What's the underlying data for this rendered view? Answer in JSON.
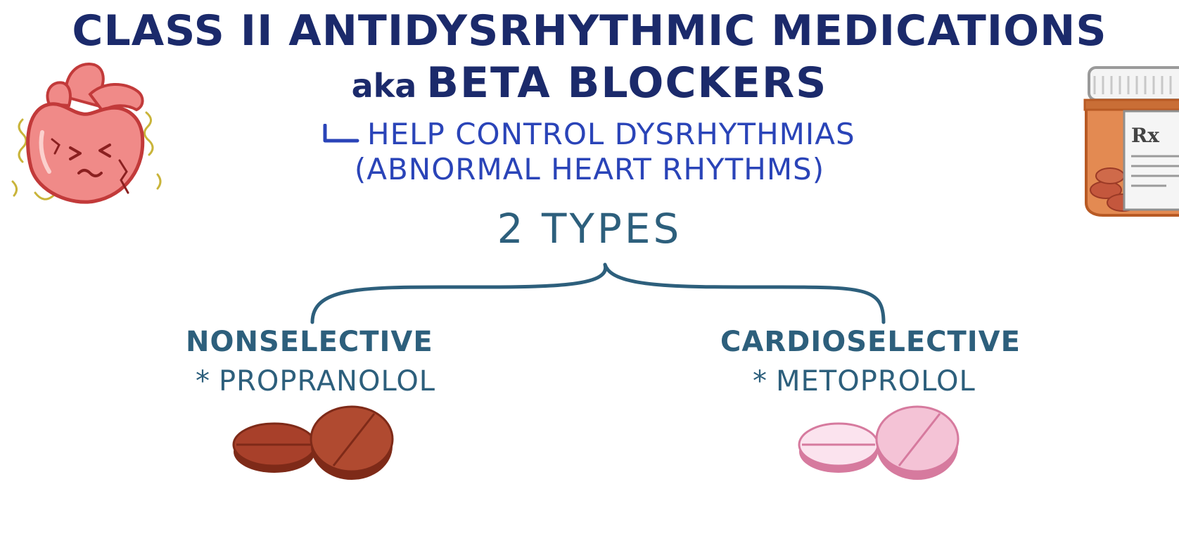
{
  "title": {
    "line1": "CLASS II ANTIDYSRHYTHMIC MEDICATIONS",
    "line2_prefix": "aka",
    "line2_main": "BETA BLOCKERS"
  },
  "subtitle": {
    "line1": "HELP CONTROL DYSRHYTHMIAS",
    "line2": "(ABNORMAL HEART RHYTHMS)"
  },
  "types": {
    "label": "2 TYPES",
    "items": [
      {
        "name": "NONSELECTIVE",
        "bullet": "*",
        "drug": "PROPRANOLOL"
      },
      {
        "name": "CARDIOSELECTIVE",
        "bullet": "*",
        "drug": "METOPROLOL"
      }
    ]
  },
  "rx_label": "Rx",
  "colors": {
    "title": "#1b2a6b",
    "subtitle": "#2a44b8",
    "types": "#2d5f7c",
    "heart": "#f08a88",
    "propranolol_pill": "#a8402a",
    "metoprolol_pill": "#f4c3d6"
  },
  "icons": {
    "heart": "heart-icon",
    "pill_bottle": "pill-bottle-icon",
    "brown_pills": "brown-pills-icon",
    "pink_pills": "pink-pills-icon"
  }
}
